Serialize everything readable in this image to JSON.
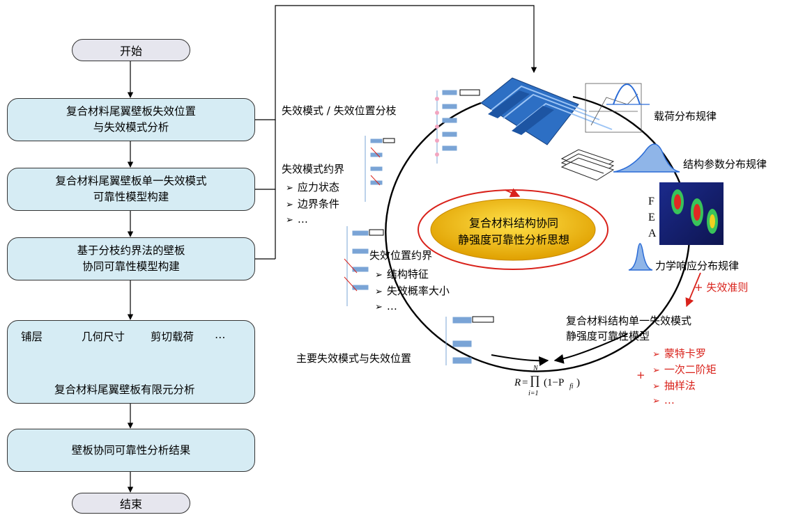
{
  "flow": {
    "start": "开始",
    "step1": [
      "复合材料尾翼壁板失效位置",
      "与失效模式分析"
    ],
    "step2": [
      "复合材料尾翼壁板单一失效模式",
      "可靠性模型构建"
    ],
    "step3": [
      "基于分枝约界法的壁板",
      "协同可靠性模型构建"
    ],
    "step4": {
      "inputs": [
        "铺层",
        "几何尺寸",
        "剪切载荷",
        "…"
      ],
      "title": "复合材料尾翼壁板有限元分析"
    },
    "step5": "壁板协同可靠性分析结果",
    "end": "结束"
  },
  "cycle": {
    "center": [
      "复合材料结构协同",
      "静强度可靠性分析思想"
    ],
    "branch_label": "失效模式 / 失效位置分枝",
    "mode_bound": {
      "title": "失效模式约界",
      "items": [
        "应力状态",
        "边界条件",
        "…"
      ]
    },
    "position_bound": {
      "title": "失效位置约界",
      "items": [
        "结构特征",
        "失效概率大小",
        "…"
      ]
    },
    "main_mode": "主要失效模式与失效位置",
    "load_dist": "载荷分布规律",
    "struct_dist": "结构参数分布规律",
    "fea": [
      "F",
      "E",
      "A"
    ],
    "response_dist": "力学响应分布规律",
    "failure_criterion": "+ 失效准则",
    "single_model": [
      "复合材料结构单一失效模式",
      "静强度可靠性模型"
    ],
    "methods": [
      "蒙特卡罗",
      "一次二阶矩",
      "抽样法",
      "…"
    ],
    "methods_plus": "+",
    "formula": {
      "lhs": "R",
      "prod_top": "N",
      "prod_bottom": "i=1",
      "term": "(1−P",
      "sub": "fi",
      "close": ")"
    }
  },
  "colors": {
    "flow_box": "#d6ecf4",
    "terminal": "#e6e6ee",
    "ellipse": "#f2b600",
    "accent_red": "#d9221b",
    "panel_blue": "#2d6fc4"
  }
}
